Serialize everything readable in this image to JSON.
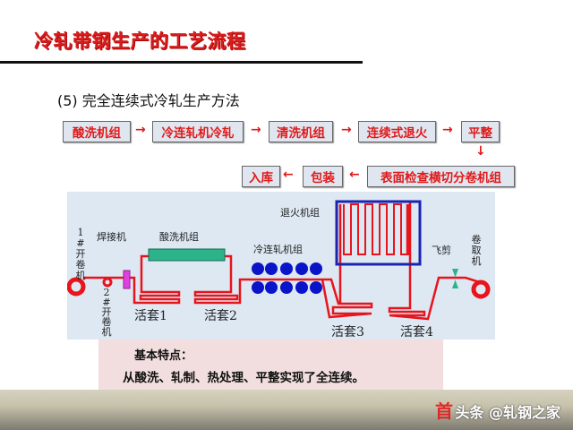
{
  "title": "冷轧带钢生产的工艺流程",
  "subtitle": "(5) 完全连续式冷轧生产方法",
  "flow": {
    "row1": [
      "酸洗机组",
      "冷连轧机冷轧",
      "清洗机组",
      "连续式退火",
      "平整"
    ],
    "row2": [
      "表面检查横切分卷机组",
      "包装",
      "入库"
    ],
    "arrow_right": "→",
    "arrow_left": "←",
    "arrow_down": "↓"
  },
  "diagram": {
    "uncoiler1": "1#开卷机",
    "uncoiler2": "2#开卷机",
    "welder": "焊接机",
    "pickling": "酸洗机组",
    "cold_mill": "冷连轧机组",
    "annealing": "退火机组",
    "flying_shear": "飞剪",
    "coiler": "卷取机",
    "loops": [
      "活套1",
      "活套2",
      "活套3",
      "活套4"
    ],
    "colors": {
      "strip": "#e8141c",
      "rolls": "#0a14c8",
      "pickling_tank": "#2db38a",
      "welder": "#e040e0",
      "annealing_box": "#1a24b0",
      "background": "#dde8f3"
    }
  },
  "features": {
    "heading": "基本特点：",
    "text": "从酸洗、轧制、热处理、平整实现了全连续。"
  },
  "footer": {
    "red_text": "首",
    "watermark": "头条 @轧钢之家"
  }
}
